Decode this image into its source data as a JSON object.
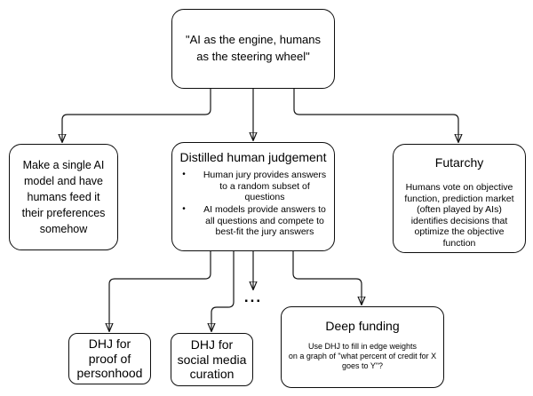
{
  "canvas": {
    "background": "#ffffff",
    "stroke_color": "#141414",
    "box_fill": "#ffffff",
    "box_border": "#0d0d0d",
    "text_color": "#000000"
  },
  "nodes": {
    "root": {
      "text": "\"AI as the engine, humans\nas the steering wheel\""
    },
    "single_model": {
      "text": "Make a single AI\nmodel and have\nhumans feed it\ntheir preferences\nsomehow"
    },
    "dhj": {
      "title": "Distilled human judgement",
      "bullet_char": "•",
      "bullets": [
        "Human jury provides answers\nto a random subset of\nquestions",
        "AI models provide answers to\nall questions and compete to\nbest-fit the jury answers"
      ]
    },
    "futarchy": {
      "title": "Futarchy",
      "body": "Humans vote on objective\nfunction, prediction market\n(often played by AIs)\nidentifies decisions that\noptimize the objective\nfunction"
    },
    "dhj_proof": {
      "text": "DHJ for\nproof of\npersonhood"
    },
    "dhj_social": {
      "text": "DHJ for\nsocial media\ncuration"
    },
    "deep_funding": {
      "title": "Deep funding",
      "body": "Use DHJ to fill in edge weights\non a graph of \"what percent of credit for X\ngoes to Y\"?"
    },
    "ellipsis": {
      "text": "..."
    }
  }
}
